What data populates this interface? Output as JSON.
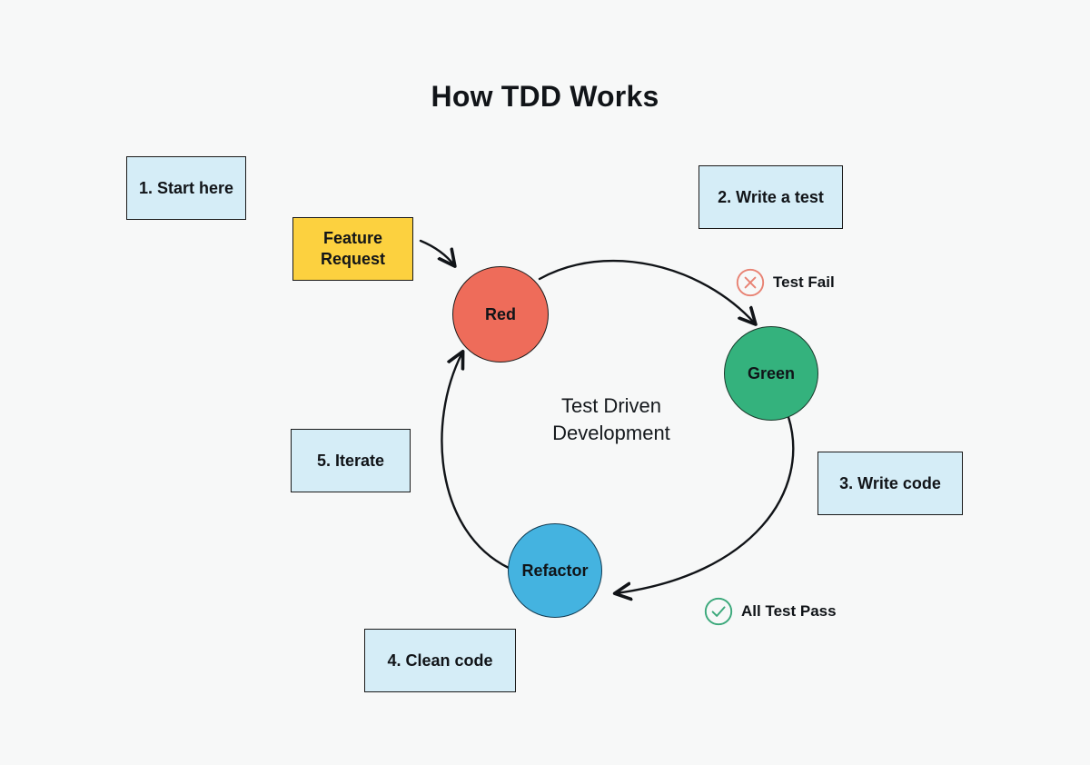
{
  "page": {
    "title": "How TDD Works",
    "background_color": "#f7f8f8"
  },
  "diagram": {
    "center_caption_line1": "Test Driven",
    "center_caption_line2": "Development",
    "entry": {
      "label_line1": "Feature",
      "label_line2": "Request",
      "color": "#fcd13f"
    },
    "nodes": [
      {
        "id": "red",
        "label": "Red",
        "color": "#ee6c5a"
      },
      {
        "id": "green",
        "label": "Green",
        "color": "#34b27d"
      },
      {
        "id": "refactor",
        "label": "Refactor",
        "color": "#44b3e0"
      }
    ],
    "steps": [
      {
        "label": "1. Start here",
        "color": "#d5edf7"
      },
      {
        "label": "2. Write a test",
        "color": "#d5edf7"
      },
      {
        "label": "3. Write code",
        "color": "#d5edf7"
      },
      {
        "label": "4. Clean code",
        "color": "#d5edf7"
      },
      {
        "label": "5. Iterate",
        "color": "#d5edf7"
      }
    ],
    "status_markers": [
      {
        "icon": "circle-x-icon",
        "label": "Test Fail",
        "color": "#e88273"
      },
      {
        "icon": "circle-check-icon",
        "label": "All Test Pass",
        "color": "#3aa87a"
      }
    ]
  }
}
